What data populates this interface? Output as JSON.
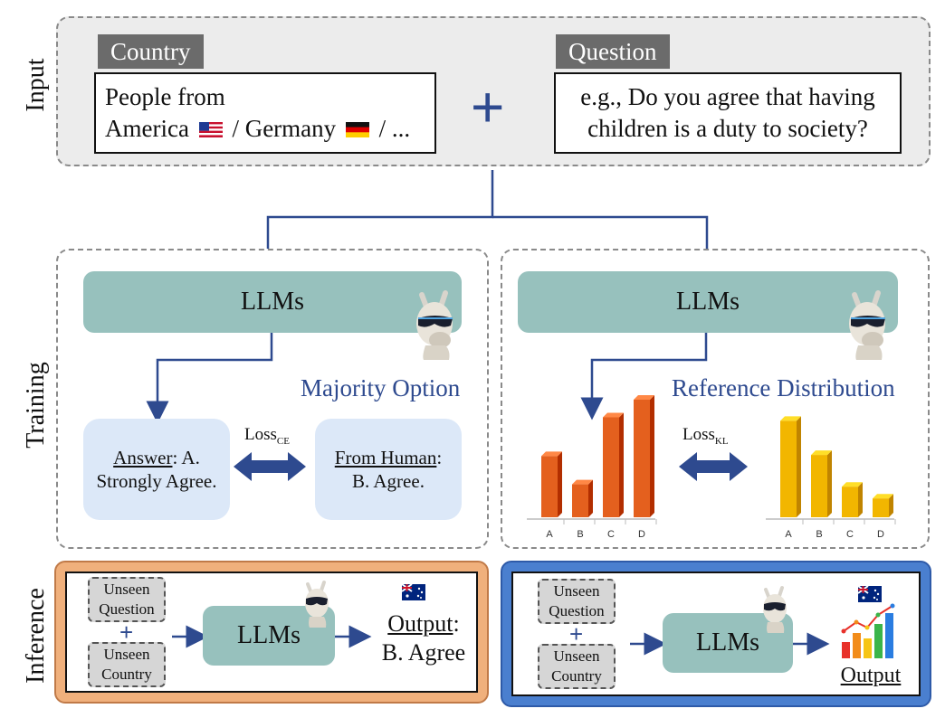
{
  "labels": {
    "input": "Input",
    "training": "Training",
    "inference": "Inference"
  },
  "input": {
    "country_tag": "Country",
    "country_text_line1": "People from",
    "country_text_line2_a": "America",
    "country_text_line2_b": "/ Germany",
    "country_text_line2_c": "/ ...",
    "plus": "+",
    "question_tag": "Question",
    "question_text_line1": "e.g., Do you agree that having",
    "question_text_line2": "children is a duty to society?"
  },
  "training_left": {
    "llm_label": "LLMs",
    "title": "Majority Option",
    "answer_label": "Answer",
    "answer_text_a": ": A.",
    "answer_text_b": "Strongly Agree.",
    "loss_main": "Loss",
    "loss_sub": "CE",
    "human_label": "From Human",
    "human_colon": ":",
    "human_text": "B. Agree."
  },
  "training_right": {
    "llm_label": "LLMs",
    "title": "Reference Distribution",
    "loss_main": "Loss",
    "loss_sub": "KL",
    "chart_pred": {
      "categories": [
        "A",
        "B",
        "C",
        "D"
      ],
      "values": [
        0.52,
        0.28,
        0.85,
        1.0
      ],
      "color": "#e4601e"
    },
    "chart_ref": {
      "categories": [
        "A",
        "B",
        "C",
        "D"
      ],
      "values": [
        0.82,
        0.53,
        0.26,
        0.16
      ],
      "color": "#f2b600"
    }
  },
  "inference_left": {
    "unseen_q_1": "Unseen",
    "unseen_q_2": "Question",
    "plus": "+",
    "unseen_c_1": "Unseen",
    "unseen_c_2": "Country",
    "llm_label": "LLMs",
    "output_label": "Output",
    "output_colon": ":",
    "output_value": "B. Agree"
  },
  "inference_right": {
    "unseen_q_1": "Unseen",
    "unseen_q_2": "Question",
    "plus": "+",
    "unseen_c_1": "Unseen",
    "unseen_c_2": "Country",
    "llm_label": "LLMs",
    "output_label": "Output"
  },
  "colors": {
    "arrow_blue": "#2e4a8f",
    "llm_teal": "#97c1bd",
    "soft_blue": "#dce8f8",
    "orange_frame": "#f0b07c",
    "blue_frame": "#4a7fcf"
  }
}
